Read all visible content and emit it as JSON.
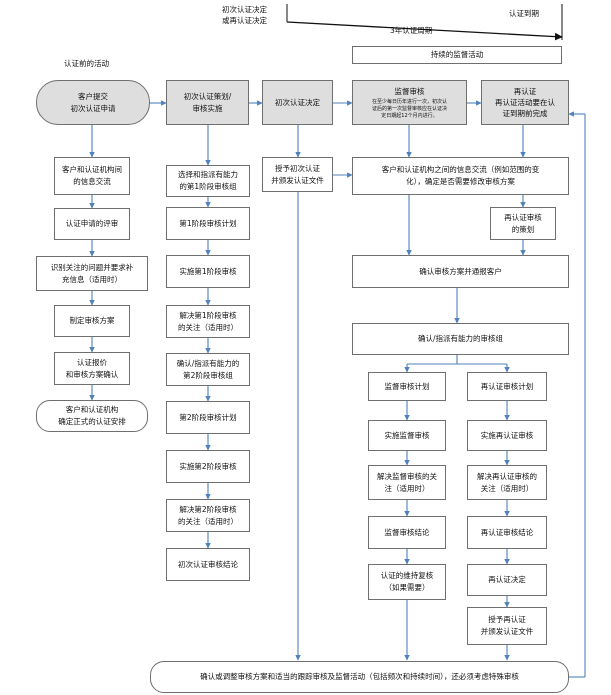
{
  "timeline": {
    "initial_decision_label": "初次认证决定\n或再认证决定",
    "expiry_label": "认证到期",
    "cycle_label": "3年认证周期",
    "ongoing_label": "持续的监督活动"
  },
  "column_labels": {
    "pre_cert": "认证前的活动"
  },
  "headers": {
    "client_application": "客户提交\n初次认证申请",
    "initial_planning": "初次认证策划/\n审核实施",
    "initial_decision": "初次认证决定",
    "surveillance_title": "监督审核",
    "surveillance_detail": "在至少每日历年进行一次，初次认\n证后的第一次监督审核应在认证决\n定日期起12个月内进行。",
    "recert_title": "再认证",
    "recert_detail": "再认证活动要在认\n证到期前完成"
  },
  "pre_cert_steps": [
    "客户和认证机构间\n的信息交流",
    "认证申请的评审",
    "识别关注的问题并要求补\n充信息（适用时）",
    "制定审核方案",
    "认证报价\n和审核方案确认",
    "客户和认证机构\n确定正式的认证安排"
  ],
  "initial_steps": [
    "选择和指派有能力\n的第1阶段审核组",
    "第1阶段审核计划",
    "实施第1阶段审核",
    "解决第1阶段审核\n的关注（适用时）",
    "确认/指派有能力的\n第2阶段审核组",
    "第2阶段审核计划",
    "实施第2阶段审核",
    "解决第2阶段审核\n的关注（适用时）",
    "初次认证审核结论"
  ],
  "decision_steps": {
    "grant": "授予初次认证\n并颁发认证文件"
  },
  "shared_steps": {
    "info_exchange": "客户和认证机构之间的信息交流（例如范围的变\n化），确定是否需要修改审核方案",
    "recert_planning": "再认证审核\n的策划",
    "confirm_program": "确认审核方案并通报客户",
    "assign_team": "确认/指派有能力的审核组"
  },
  "surveillance_steps": [
    "监督审核计划",
    "实施监督审核",
    "解决监督审核的关\n注（适用时）",
    "监督审核结论",
    "认证的维持复核\n（如果需要）"
  ],
  "recert_steps": [
    "再认证审核计划",
    "实施再认证审核",
    "解决再认证审核的\n关注（适用时）",
    "再认证审核结论",
    "再认证决定",
    "授予再认证\n并颁发认证文件"
  ],
  "footer": "确认或调整审核方案和适当的跟踪审核及监督活动（包括频次和持续时间），还必须考虑特殊审核",
  "colors": {
    "arrow": "#4f81bd",
    "header_fill": "#dedede",
    "border": "#6f6f6f"
  }
}
